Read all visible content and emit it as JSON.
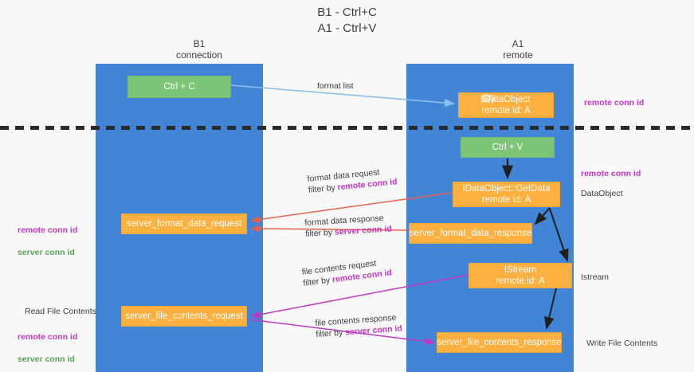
{
  "title": "B1 - Ctrl+C\nA1 - Ctrl+V",
  "columns": {
    "left": "B1\nconnection",
    "right": "A1\nremote"
  },
  "boxes": {
    "ctrl_c": "Ctrl + C",
    "idataobject_store": {
      "line1_overlap": "保存",
      "line1": "IDataObject",
      "line2": "remote id: A"
    },
    "ctrl_v": "Ctrl + V",
    "getdata": {
      "line1": "IDataObject::GetData",
      "line2": "remote id: A"
    },
    "server_format_data_request": "server_format_data_request",
    "server_format_data_response": "server_format_data_response",
    "istream": {
      "line1": "IStream",
      "line2": "remote id: A"
    },
    "server_file_contents_request": "server_file_contents_request",
    "server_file_contents_response": "server_file_contents_response"
  },
  "edges": {
    "format_list": "format list",
    "format_data_request": {
      "line1": "format data request",
      "line2_prefix": "filter by ",
      "line2_highlight": "remote conn id"
    },
    "format_data_response": {
      "line1": "format data response",
      "line2_prefix": "filter by ",
      "line2_highlight": "server conn id"
    },
    "file_contents_request": {
      "line1": "file contents request",
      "line2_prefix": "filter by ",
      "line2_highlight": "remote conn id"
    },
    "file_contents_response": {
      "line1": "file contents response",
      "line2_prefix": "filter by ",
      "line2_highlight": "server conn id"
    }
  },
  "annotations": {
    "right_remote_conn_id_top": "remote conn id",
    "right_remote_conn_id_mid": "remote conn id",
    "right_dataobject": "DataObject",
    "right_istream": "Istream",
    "right_write_file_contents": "Write File Contents",
    "left_remote_conn_id": "remote conn id",
    "left_server_conn_id": "server conn id",
    "left_read_file_contents": "Read File Contents",
    "left_remote_conn_id_2": "remote conn id",
    "left_server_conn_id_2": "server conn id"
  },
  "colors": {
    "lane_blue": "#4285d6",
    "box_green": "#7cc576",
    "box_orange": "#fbb040",
    "accent_purple": "#c038c0",
    "accent_green": "#5aa45a",
    "arrow_light_blue": "#8cc0e8",
    "arrow_red": "#e8604c",
    "arrow_magenta": "#c038c0",
    "arrow_black": "#202020",
    "divider_black": "#2b2b2b",
    "background": "#f8f8f8"
  }
}
